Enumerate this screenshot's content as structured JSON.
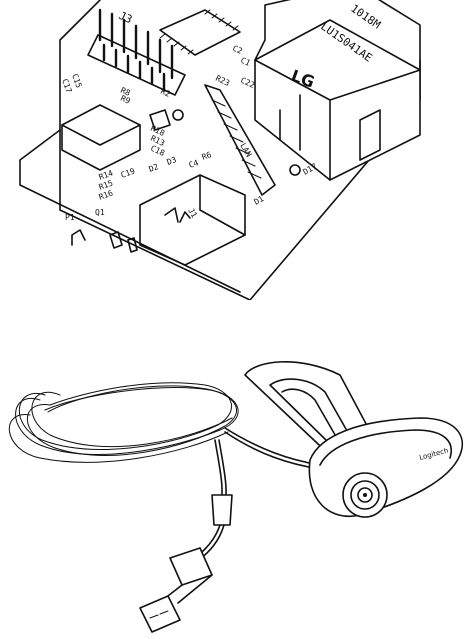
{
  "board": {
    "labels": {
      "j3": "J3",
      "c15": "C15",
      "c17": "C17",
      "r8": "R8",
      "r9": "R9",
      "c2": "C2",
      "r23": "R23",
      "c22": "C22",
      "r18": "R18",
      "r13": "R13",
      "c18": "C18",
      "d2": "D2",
      "d3": "D3",
      "r14": "R14",
      "r15": "R15",
      "c19": "C19",
      "r16": "R16",
      "r6": "R6",
      "c4": "C4",
      "d1": "D1",
      "p1": "P1",
      "q1": "Q1",
      "lan": "LAN",
      "d17": "D17",
      "j1": "J1",
      "r2": "R2",
      "c1": "C1"
    },
    "jack_text": "LU1S041AE",
    "jack_code": "1018M",
    "jack_logo": "LG"
  },
  "webcam": {
    "brand": "Logitech"
  }
}
